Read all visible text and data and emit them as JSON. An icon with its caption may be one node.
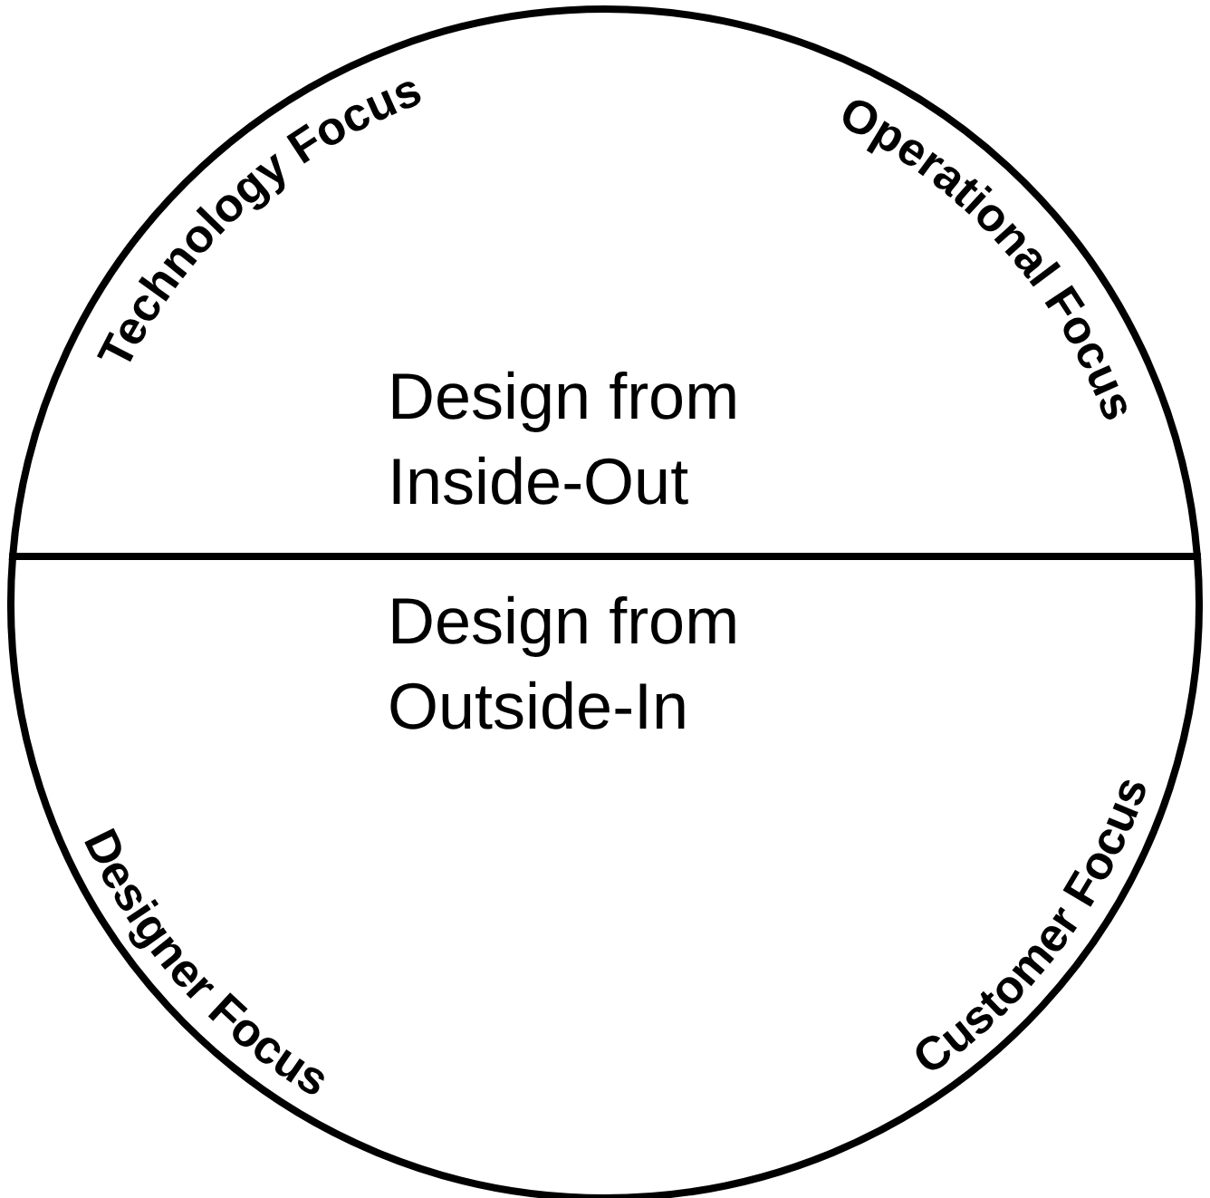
{
  "diagram": {
    "nodes": [
      {
        "text": [
          "Design from Inside-Out"
        ]
      },
      {
        "text": [
          "Design from Outside-In"
        ]
      }
    ],
    "labels": [
      "Technology Focus",
      "Operational Focus",
      "Designer Focus",
      "Customer Focus"
    ]
  }
}
